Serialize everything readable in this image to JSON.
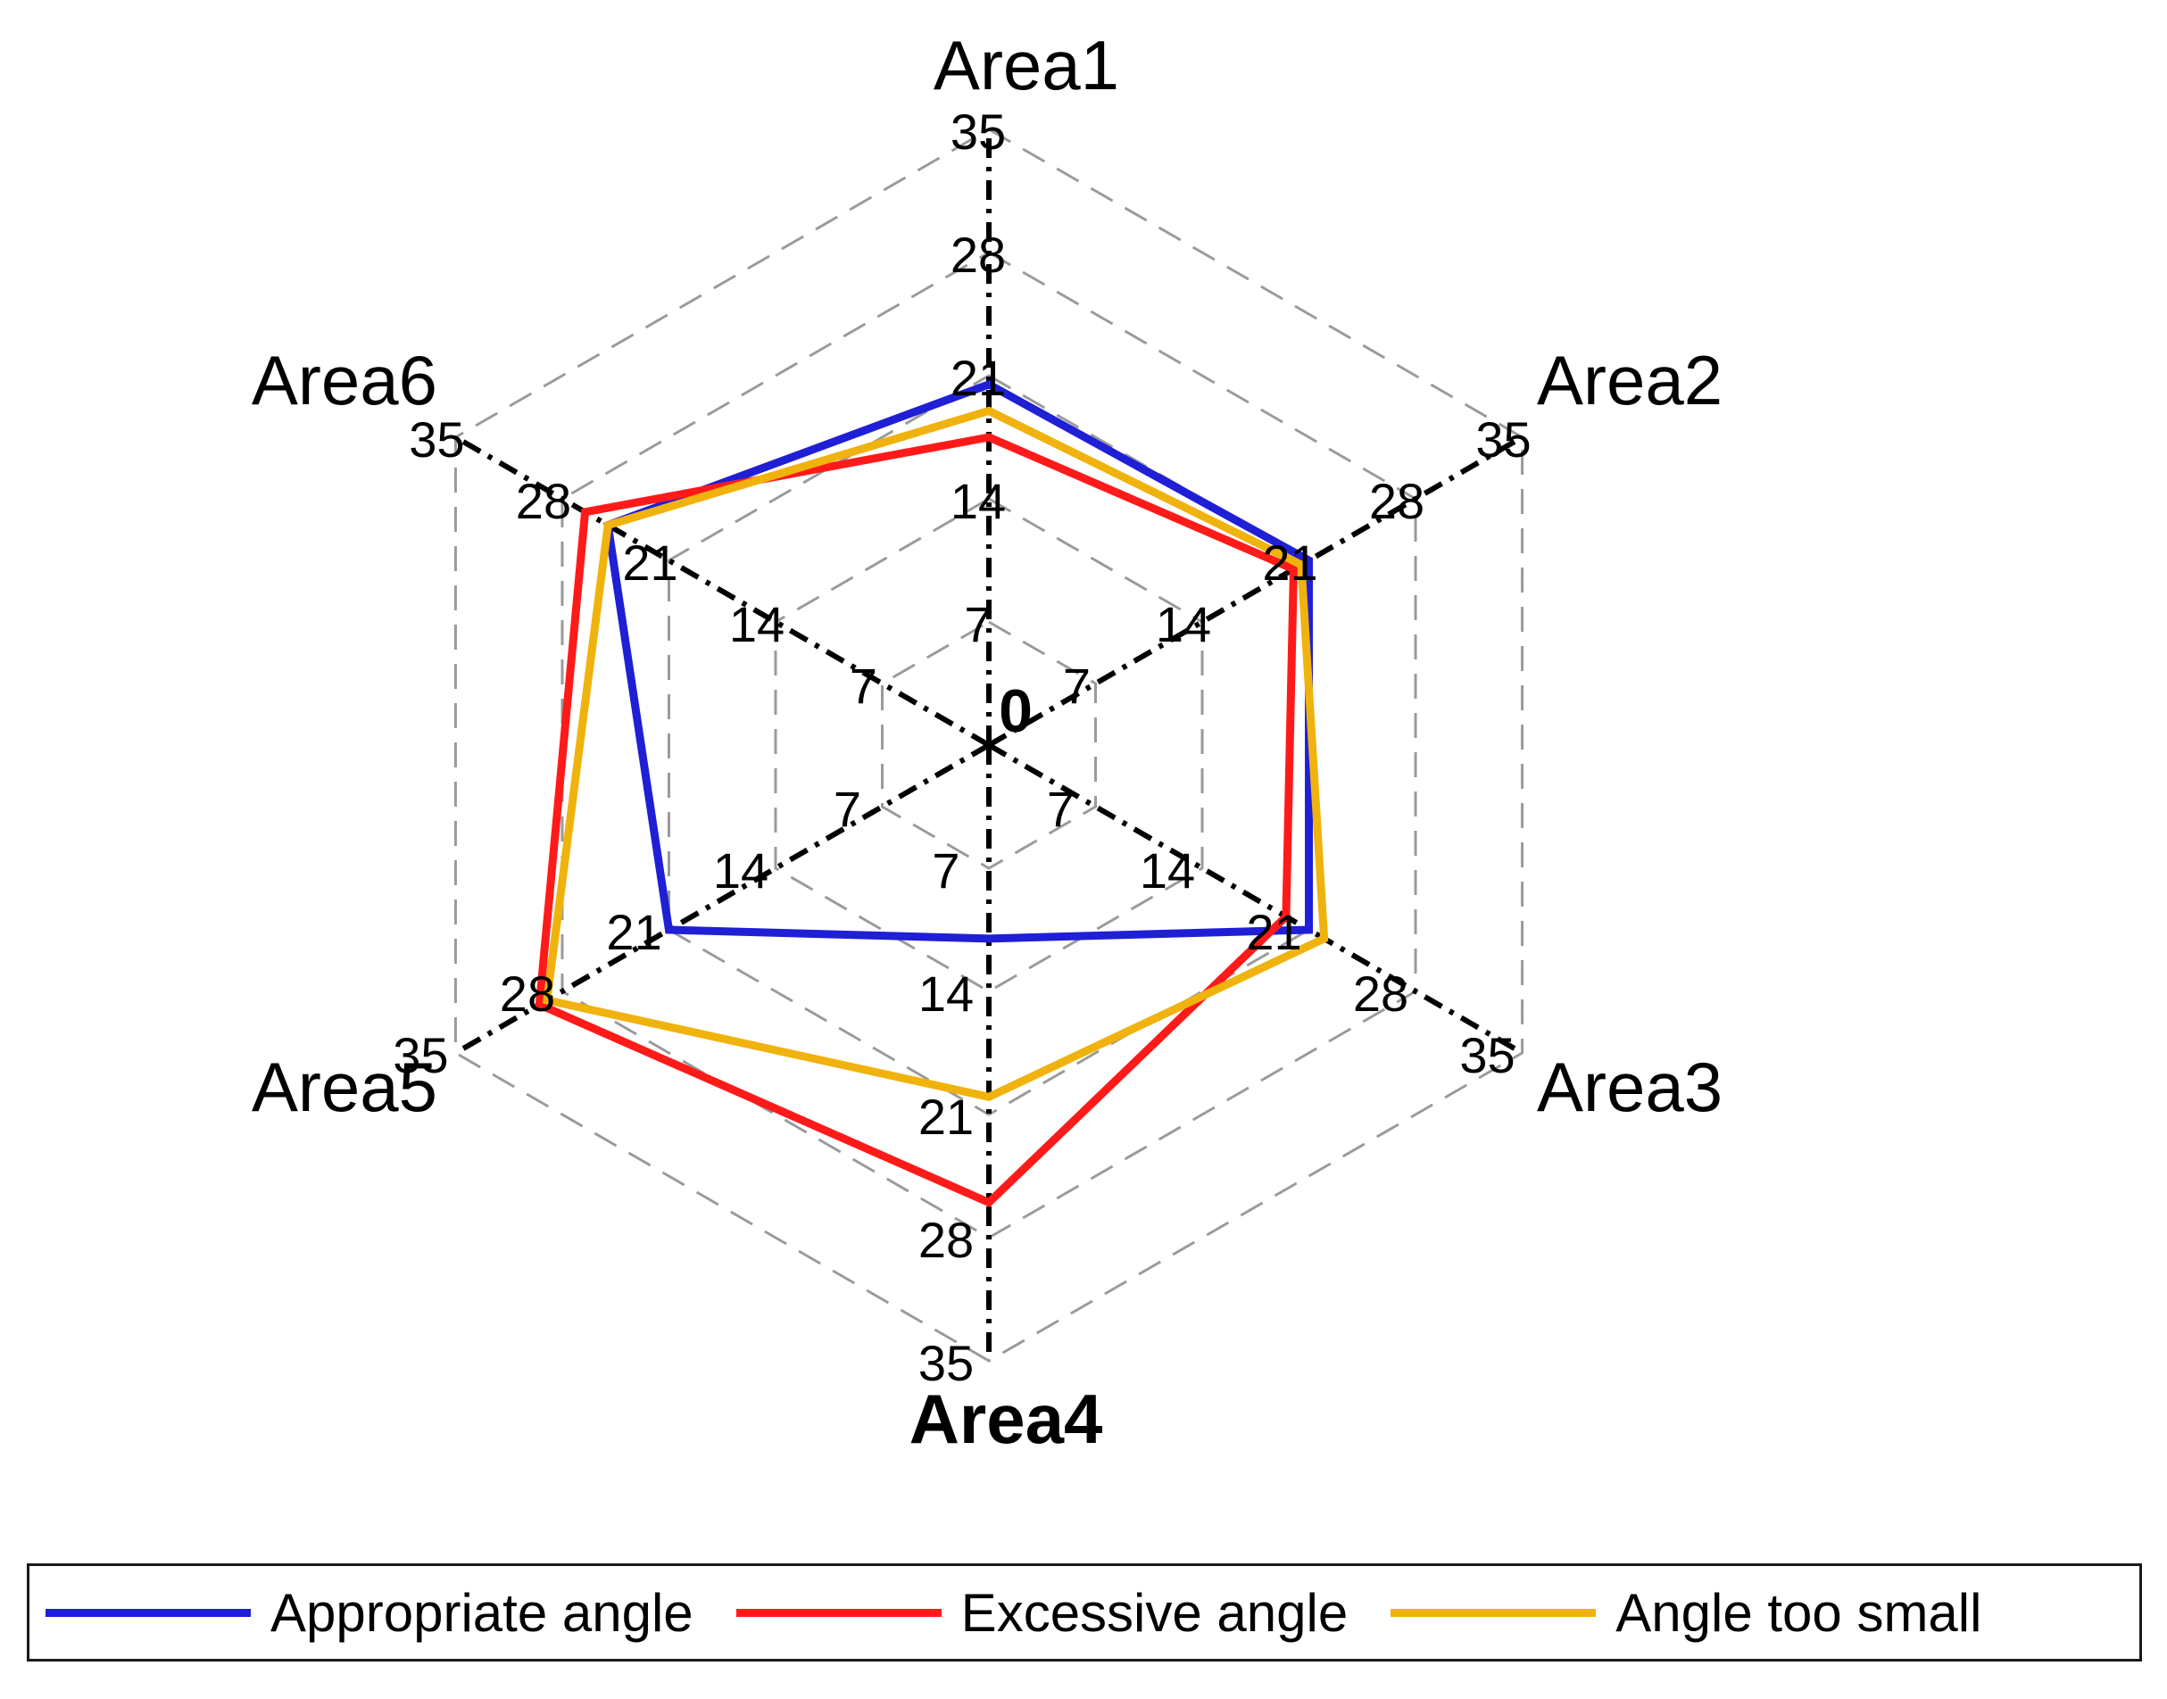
{
  "chart_data": {
    "type": "radar",
    "categories": [
      "Area1",
      "Area2",
      "Area3",
      "Area4",
      "Area5",
      "Area6"
    ],
    "rlim": [
      0,
      35
    ],
    "rticks": [
      0,
      7,
      14,
      21,
      28,
      35
    ],
    "tick_labels": [
      "0",
      "7",
      "14",
      "21",
      "28",
      "35"
    ],
    "grid": true,
    "legend_position": "bottom",
    "series": [
      {
        "name": "Appropriate angle",
        "color": "#1f1fd6",
        "values": [
          20.5,
          21,
          21,
          11,
          21,
          25
        ]
      },
      {
        "name": "Excessive angle",
        "color": "#ff1a1a",
        "values": [
          17.5,
          20,
          19.5,
          26,
          29.5,
          26.5
        ]
      },
      {
        "name": "Angle too small",
        "color": "#f0b20c",
        "values": [
          19,
          20.5,
          22,
          20,
          29,
          25
        ]
      }
    ]
  }
}
